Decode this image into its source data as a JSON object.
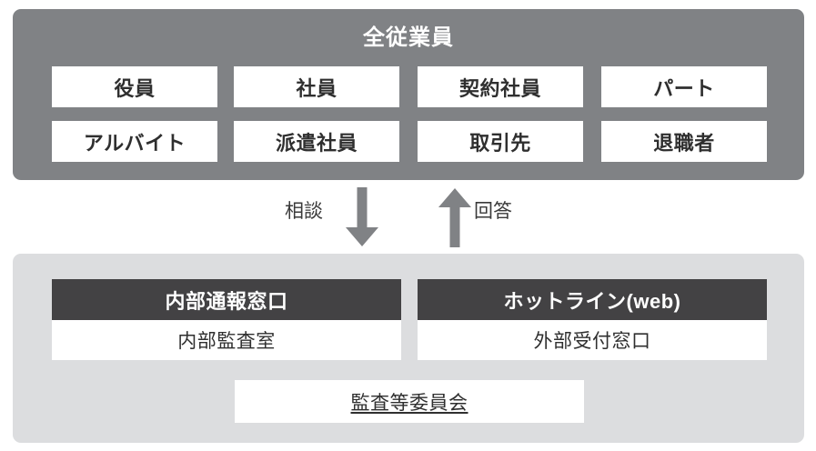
{
  "diagram": {
    "title_top": "全従業員",
    "colors": {
      "top_panel": "#808285",
      "bottom_panel": "#dcdddf",
      "desk_header": "#434244",
      "box_fill": "#ffffff",
      "arrow": "#808285",
      "text_dark": "#2f2f2f",
      "text_light": "#ffffff"
    },
    "employee_categories": {
      "row1": [
        "役員",
        "社員",
        "契約社員",
        "パート"
      ],
      "row2": [
        "アルバイト",
        "派遣社員",
        "取引先",
        "退職者"
      ]
    },
    "flow": {
      "down_label": "相談",
      "up_label": "回答",
      "down_icon": "arrow-down-icon",
      "up_icon": "arrow-up-icon"
    },
    "desks": [
      {
        "header": "内部通報窓口",
        "body": "内部監査室"
      },
      {
        "header": "ホットライン(web)",
        "body": "外部受付窓口"
      }
    ],
    "committee": "監査等委員会"
  }
}
